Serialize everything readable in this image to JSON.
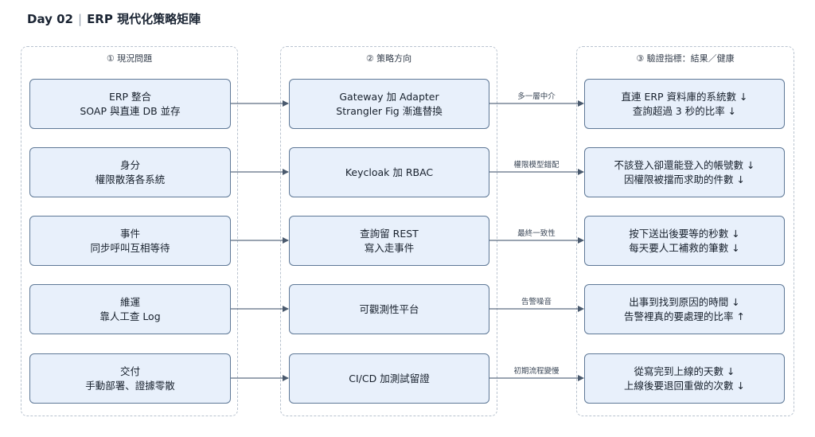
{
  "title": {
    "day": "Day 02",
    "separator": "|",
    "text": "ERP 現代化策略矩陣"
  },
  "columns": [
    {
      "header": "① 現況問題"
    },
    {
      "header": "② 策略方向"
    },
    {
      "header": "③ 驗證指標：結果／健康"
    }
  ],
  "rows": [
    {
      "problem": [
        "ERP 整合",
        "SOAP 與直連 DB 並存"
      ],
      "strategy": [
        "Gateway 加 Adapter",
        "Strangler Fig 漸進替換"
      ],
      "edge_label": "多一層中介",
      "metrics": [
        "直連 ERP 資料庫的系統數 ↓",
        "查詢超過 3 秒的比率 ↓"
      ]
    },
    {
      "problem": [
        "身分",
        "權限散落各系統"
      ],
      "strategy": [
        "Keycloak 加 RBAC"
      ],
      "edge_label": "權限模型錯配",
      "metrics": [
        "不該登入卻還能登入的帳號數 ↓",
        "因權限被擋而求助的件數 ↓"
      ]
    },
    {
      "problem": [
        "事件",
        "同步呼叫互相等待"
      ],
      "strategy": [
        "查詢留 REST",
        "寫入走事件"
      ],
      "edge_label": "最終一致性",
      "metrics": [
        "按下送出後要等的秒數 ↓",
        "每天要人工補救的筆數 ↓"
      ]
    },
    {
      "problem": [
        "維運",
        "靠人工查 Log"
      ],
      "strategy": [
        "可觀測性平台"
      ],
      "edge_label": "告警噪音",
      "metrics": [
        "出事到找到原因的時間 ↓",
        "告警裡真的要處理的比率 ↑"
      ]
    },
    {
      "problem": [
        "交付",
        "手動部署、證據零散"
      ],
      "strategy": [
        "CI/CD 加測試留證"
      ],
      "edge_label": "初期流程變慢",
      "metrics": [
        "從寫完到上線的天數 ↓",
        "上線後要退回重做的次數 ↓"
      ]
    }
  ],
  "colors": {
    "box_fill": "#e8f0fb",
    "box_border": "#5e7896",
    "arrow": "#5e6e82",
    "column_border": "#b9c3cf"
  }
}
